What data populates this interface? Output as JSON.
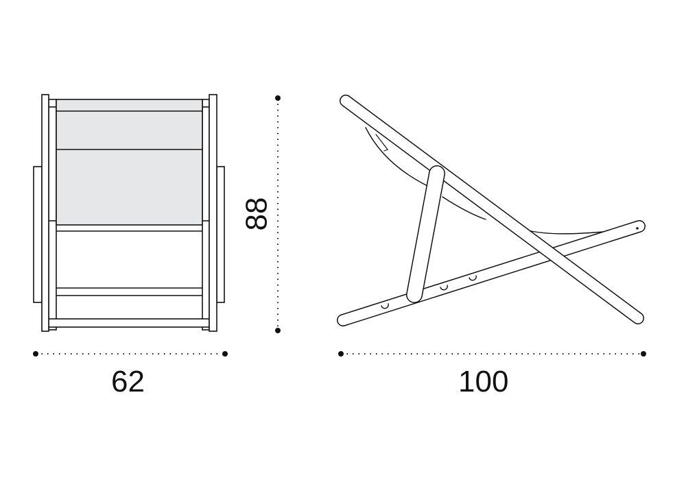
{
  "dimensions": {
    "width": "62",
    "depth": "100",
    "height": "88"
  },
  "colors": {
    "line": "#111111",
    "fabric": "#e6e7e8",
    "background": "#ffffff"
  }
}
